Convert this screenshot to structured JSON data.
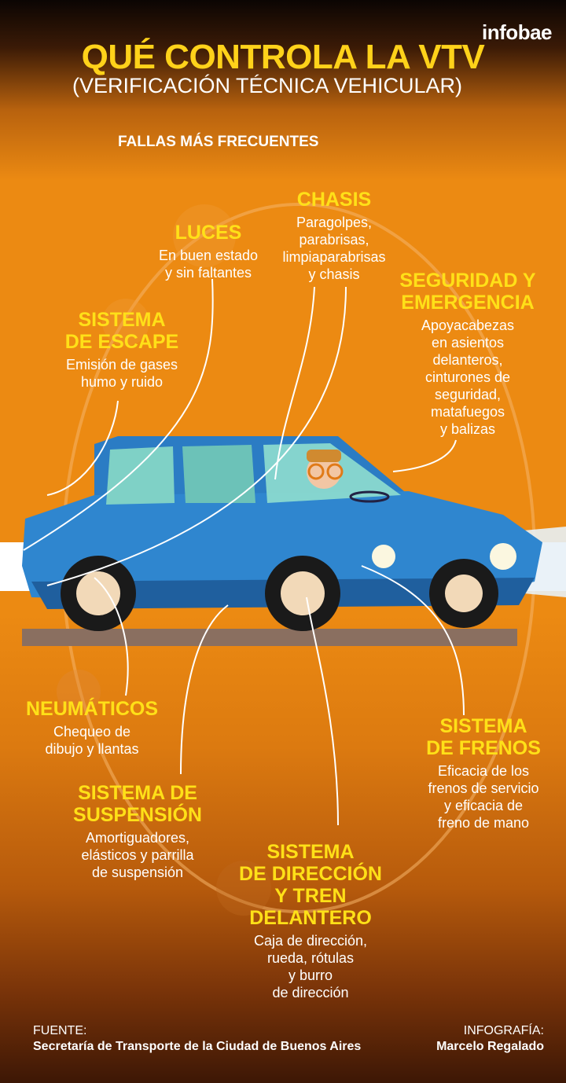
{
  "header": {
    "brand": "infobae",
    "title": "QUÉ CONTROLA LA VTV",
    "subtitle": "(VERIFICACIÓN TÉCNICA VEHICULAR)",
    "section_label": "FALLAS MÁS FRECUENTES"
  },
  "callouts": {
    "chasis": {
      "title": "CHASIS",
      "text": "Paragolpes,\nparabrisas,\nlimpiaparabrisas\ny chasis"
    },
    "luces": {
      "title": "LUCES",
      "text": "En buen estado\ny sin faltantes"
    },
    "escape": {
      "title": "SISTEMA\nDE ESCAPE",
      "text": "Emisión de gases\nhumo y ruido"
    },
    "seguridad": {
      "title": "SEGURIDAD Y\nEMERGENCIA",
      "text": "Apoyacabezas\nen asientos\ndelanteros,\ncinturones de\nseguridad,\nmatafuegos\ny balizas"
    },
    "neumaticos": {
      "title": "NEUMÁTICOS",
      "text": "Chequeo de\ndibujo y llantas"
    },
    "frenos": {
      "title": "SISTEMA\nDE FRENOS",
      "text": "Eficacia de los\nfrenos de servicio\ny eficacia de\nfreno de mano"
    },
    "suspension": {
      "title": "SISTEMA DE\nSUSPENSIÓN",
      "text": "Amortiguadores,\nelásticos y parrilla\nde suspensión"
    },
    "direccion": {
      "title": "SISTEMA\nDE DIRECCIÓN\nY TREN\nDELANTERO",
      "text": "Caja de dirección,\nrueda, rótulas\ny burro\nde dirección"
    }
  },
  "footer": {
    "source_label": "FUENTE:",
    "source_value": "Secretaría de Transporte de la Ciudad de Buenos Aires",
    "credit_label": "INFOGRAFÍA:",
    "credit_value": "Marcelo Regalado"
  },
  "colors": {
    "accent_yellow": "#ffe018",
    "background_orange": "#ec8a12",
    "car_blue": "#2b7cc4",
    "text_white": "#ffffff"
  }
}
